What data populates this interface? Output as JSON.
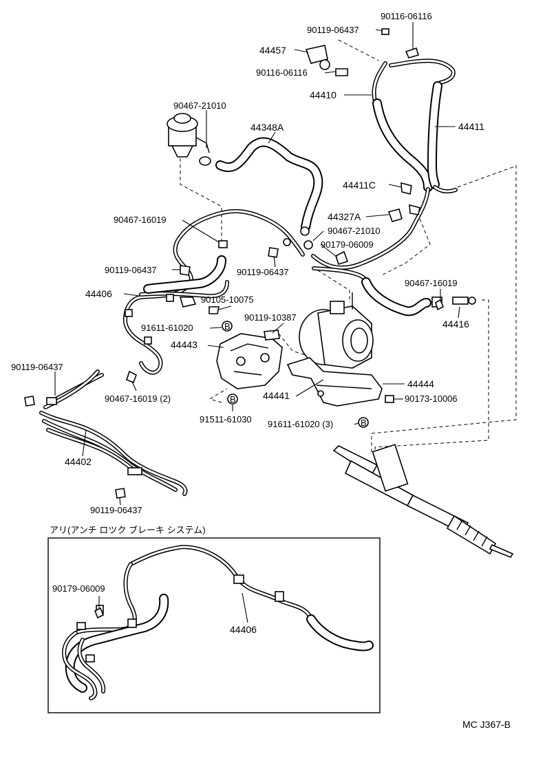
{
  "labels": {
    "p90116_06116_top": "90116-06116",
    "p90119_06437_top": "90119-06437",
    "p44457": "44457",
    "p90116_06116_mid": "90116-06116",
    "p44410": "44410",
    "p44411": "44411",
    "p90467_21010_a": "90467-21010",
    "p44348A": "44348A",
    "p44411C": "44411C",
    "p44327A": "44327A",
    "p90467_21010_b": "90467-21010",
    "p90467_16019_a": "90467-16019",
    "p90179_06009_a": "90179-06009",
    "p90119_06437_b": "90119-06437",
    "p90119_06437_c": "90119-06437",
    "p90467_16019_b": "90467-16019",
    "p44406_main": "44406",
    "p90105_10075": "90105-10075",
    "p44416": "44416",
    "p91611_61020": "91611-61020",
    "p90119_10387": "90119-10387",
    "p44443": "44443",
    "p90119_06437_d": "90119-06437",
    "p90467_16019_2": "90467-16019 (2)",
    "p44444": "44444",
    "p44441": "44441",
    "p90173_10006": "90173-10006",
    "p91511_61030": "91511-61030",
    "p91611_61020_3": "91611-61020 (3)",
    "p44402": "44402",
    "p90119_06437_e": "90119-06437",
    "abs_title": "アリ(アンチ ロツク ブレーキ システム)",
    "p90179_06009_b": "90179-06009",
    "p44406_abs": "44406",
    "diagram_code": "MC J367-B"
  },
  "markers": {
    "b_symbol": "B"
  },
  "colors": {
    "ink": "#000000",
    "paper": "#ffffff"
  }
}
